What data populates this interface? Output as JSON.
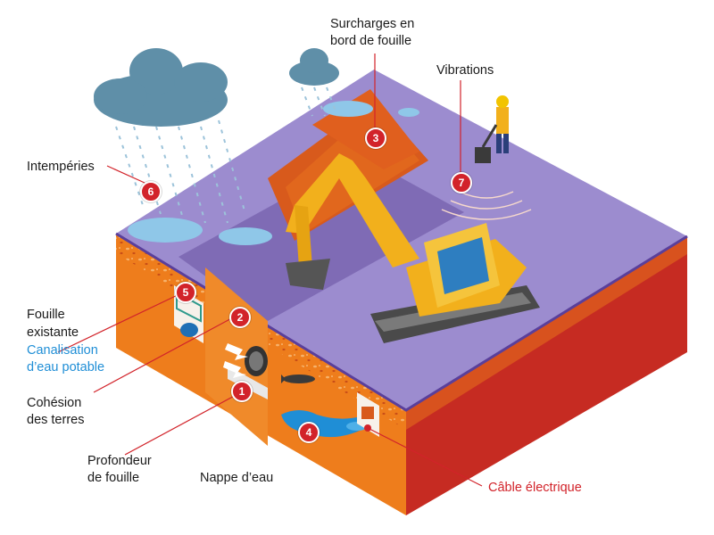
{
  "labels": {
    "surcharges_line1": "Surcharges en",
    "surcharges_line2": "bord de fouille",
    "vibrations": "Vibrations",
    "intemperies": "Intempéries",
    "fouille_line1": "Fouille",
    "fouille_line2": "existante",
    "canalisation_line1": "Canalisation",
    "canalisation_line2": "d’eau potable",
    "cohesion_line1": "Cohésion",
    "cohesion_line2": "des terres",
    "profondeur_line1": "Profondeur",
    "profondeur_line2": "de fouille",
    "nappe": "Nappe d’eau",
    "cable": "Câble électrique"
  },
  "markers": {
    "profondeur": "1",
    "cohesion": "2",
    "surcharges": "3",
    "nappe": "4",
    "fouille_existante": "5",
    "intemperies": "6",
    "vibrations": "7"
  },
  "colors": {
    "accent_red": "#d2232a",
    "water_blue": "#1f8ed6",
    "ground_top": "#9c8ccf",
    "soil_orange": "#ee7d1c",
    "machine_yellow": "#f2b01c"
  }
}
